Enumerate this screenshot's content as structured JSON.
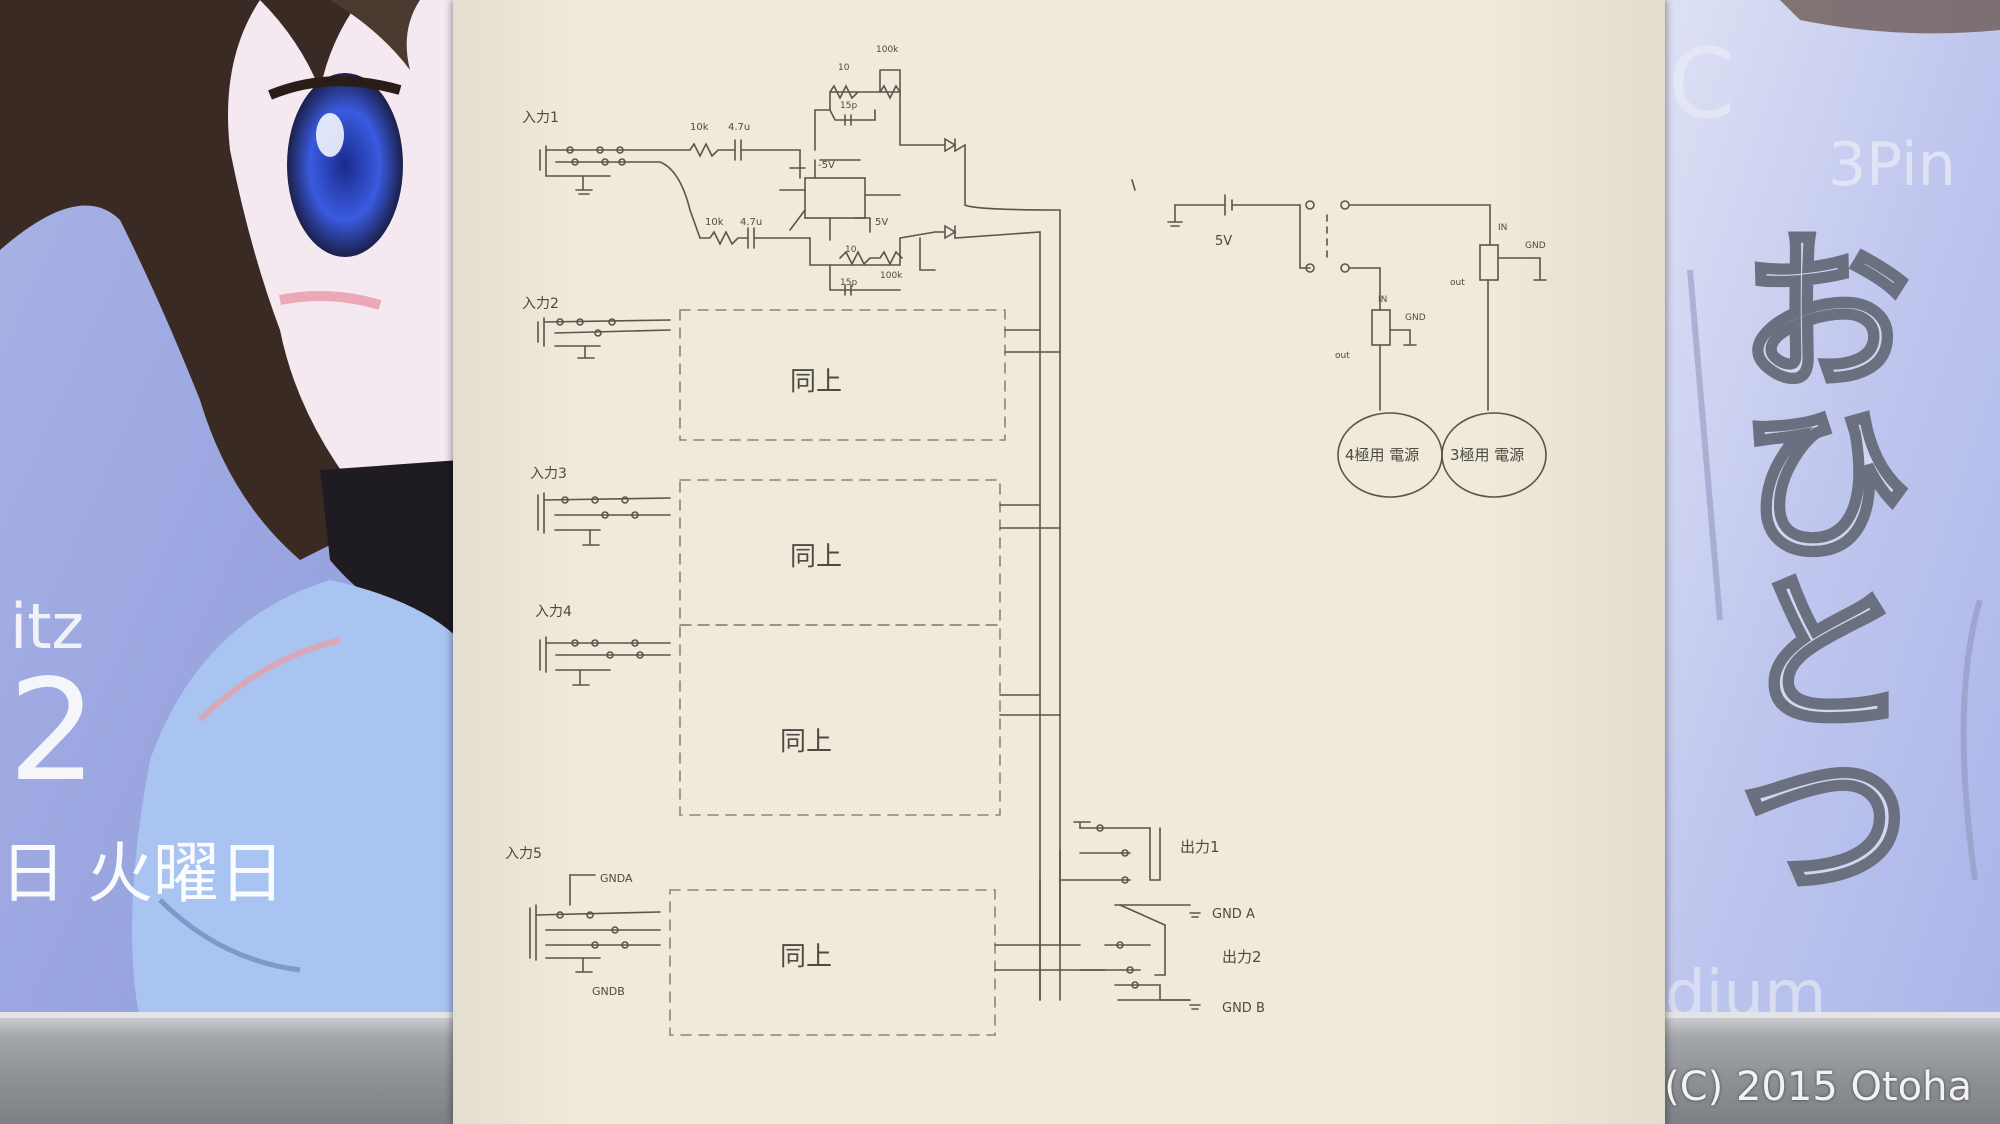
{
  "schematic": {
    "inputs": [
      "入力1",
      "入力2",
      "入力3",
      "入力4",
      "入力5"
    ],
    "same_as_above": [
      "同上",
      "同上",
      "同上",
      "同上"
    ],
    "outputs": [
      "出力1",
      "出力2"
    ],
    "grounds": [
      "GNDA",
      "GNDB",
      "GND A",
      "GND B"
    ],
    "components": {
      "r10k_a": "10k",
      "c47u_a": "4.7u",
      "r10k_b": "10k",
      "c47u_b": "4.7u",
      "r10_a": "10",
      "r100k_a": "100k",
      "c15p_a": "15p",
      "r10_b": "10",
      "r100k_b": "100k",
      "c15p_b": "15p",
      "neg5v": "-5V",
      "pos5v": "5V"
    },
    "power": {
      "battery": "5V",
      "reg1_in": "IN",
      "reg1_gnd": "GND",
      "reg1_out": "out",
      "reg2_in": "IN",
      "reg2_gnd": "GND",
      "reg2_out": "out",
      "supply_4": "4極用 電源",
      "supply_3": "3極用 電源"
    }
  },
  "background": {
    "right_texts": [
      "C",
      "3Pin",
      "おひとつ",
      "dium"
    ],
    "left_texts": [
      "itz",
      "2",
      "日 火曜日"
    ]
  },
  "copyright": "(C) 2015 Otoha"
}
